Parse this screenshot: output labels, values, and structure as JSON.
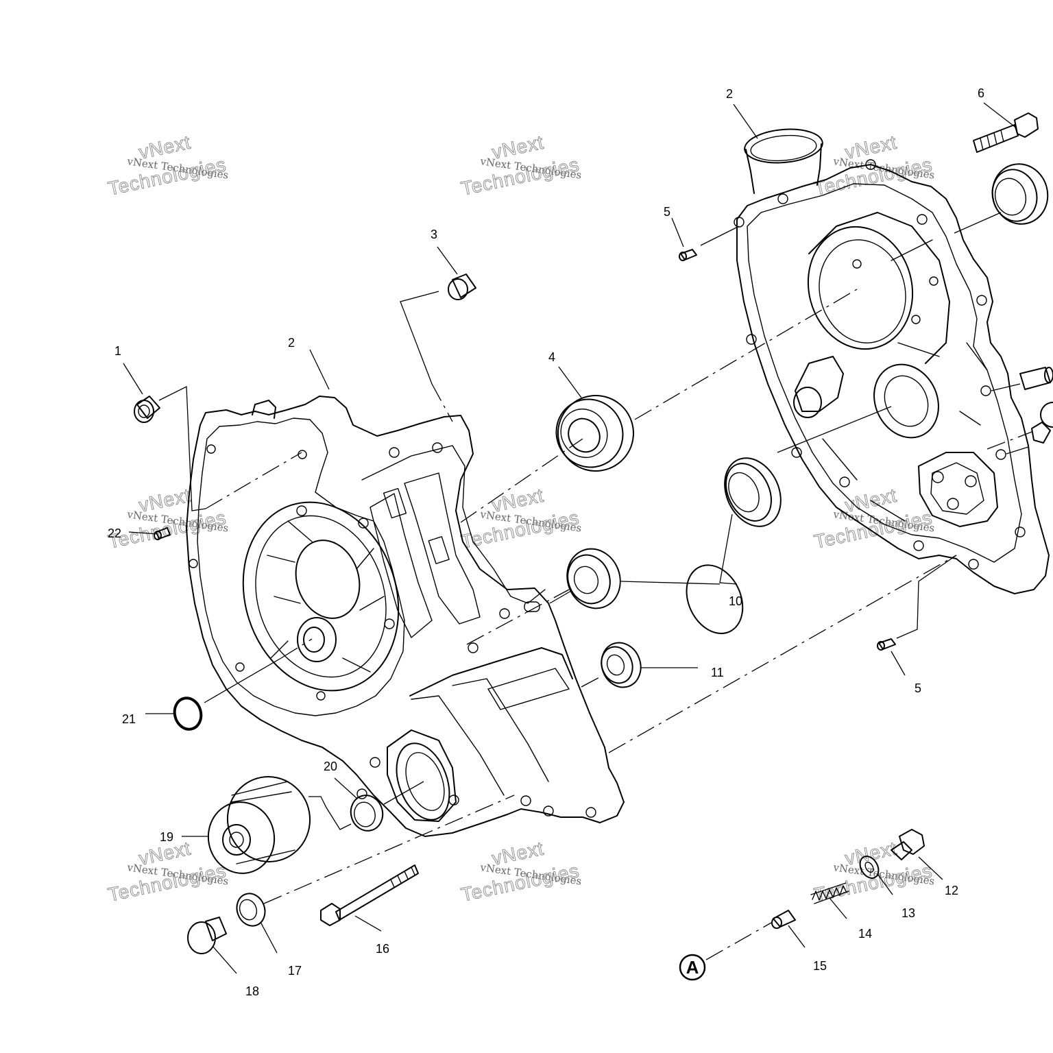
{
  "diagram": {
    "callout_numbers": [
      "1",
      "2",
      "2",
      "3",
      "4",
      "5",
      "5",
      "6",
      "10",
      "11",
      "12",
      "13",
      "14",
      "15",
      "16",
      "17",
      "18",
      "19",
      "20",
      "21",
      "22"
    ],
    "reference_marker": "A",
    "watermark": {
      "line_small": "vNext Technologies",
      "line_top": "vNext",
      "line_big": "Technologies"
    }
  }
}
